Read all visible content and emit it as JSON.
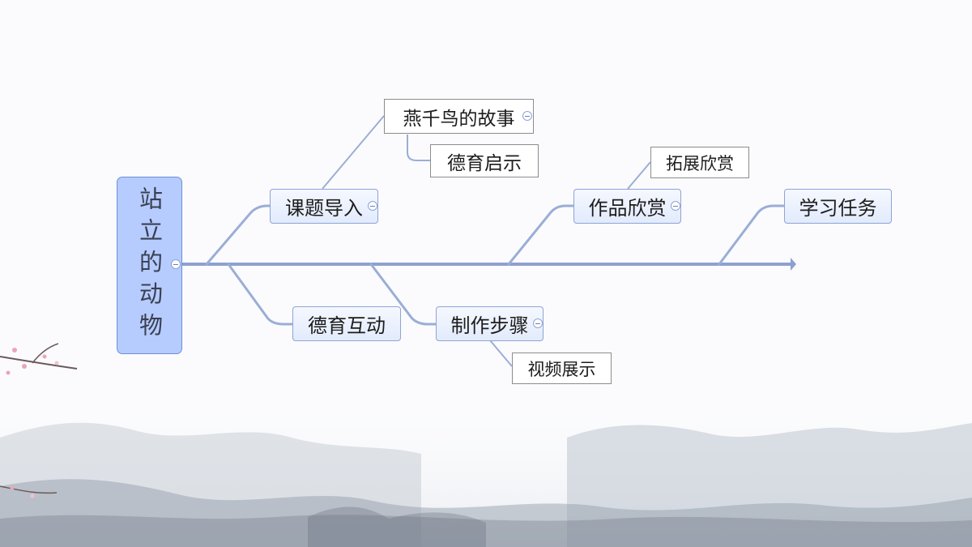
{
  "mindmap": {
    "root": {
      "title": "站立的动物"
    },
    "topics": {
      "intro": "课题导入",
      "story": "燕千鸟的故事",
      "moral_insight": "德育启示",
      "appreciation": "作品欣赏",
      "extended_appreciation": "拓展欣赏",
      "learning_task": "学习任务",
      "moral_interaction": "德育互动",
      "making_steps": "制作步骤",
      "video": "视频展示"
    }
  },
  "colors": {
    "branch_line": "#9aaed6",
    "spine": "#8ea0d0",
    "root_fill": "#b6ccff",
    "root_border": "#6d8fd6",
    "topic_fill": "#e2ebfc",
    "subtopic_border": "#8c8c8c",
    "mountain_ink": "#7f8a9a",
    "blossom": "#e8a7b8"
  },
  "icons": {
    "collapse": "collapse-toggle-icon"
  }
}
